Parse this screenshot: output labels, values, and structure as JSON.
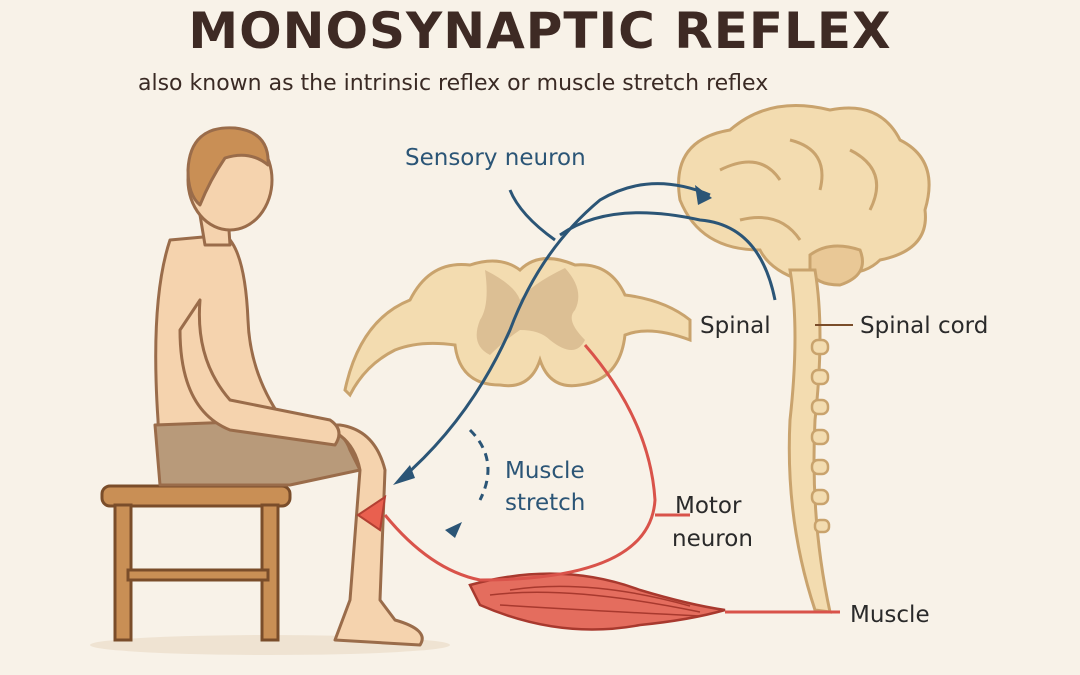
{
  "header": {
    "title": "MONOSYNAPTIC REFLEX",
    "subtitle": "also known as the intrinsic reflex or muscle stretch reflex"
  },
  "labels": {
    "sensory_neuron": "Sensory neuron",
    "spinal": "Spinal",
    "spinal_cord": "Spinal cord",
    "muscle_stretch_line1": "Muscle",
    "muscle_stretch_line2": "stretch",
    "motor_neuron_line1": "Motor",
    "motor_neuron_line2": "neuron",
    "muscle": "Muscle"
  },
  "colors": {
    "background": "#f8f2e8",
    "title": "#3e2a24",
    "sensory": "#2b5576",
    "motor": "#d9534a",
    "skin": "#f5d3ae",
    "nerve_tissue": "#f3dcb0"
  }
}
